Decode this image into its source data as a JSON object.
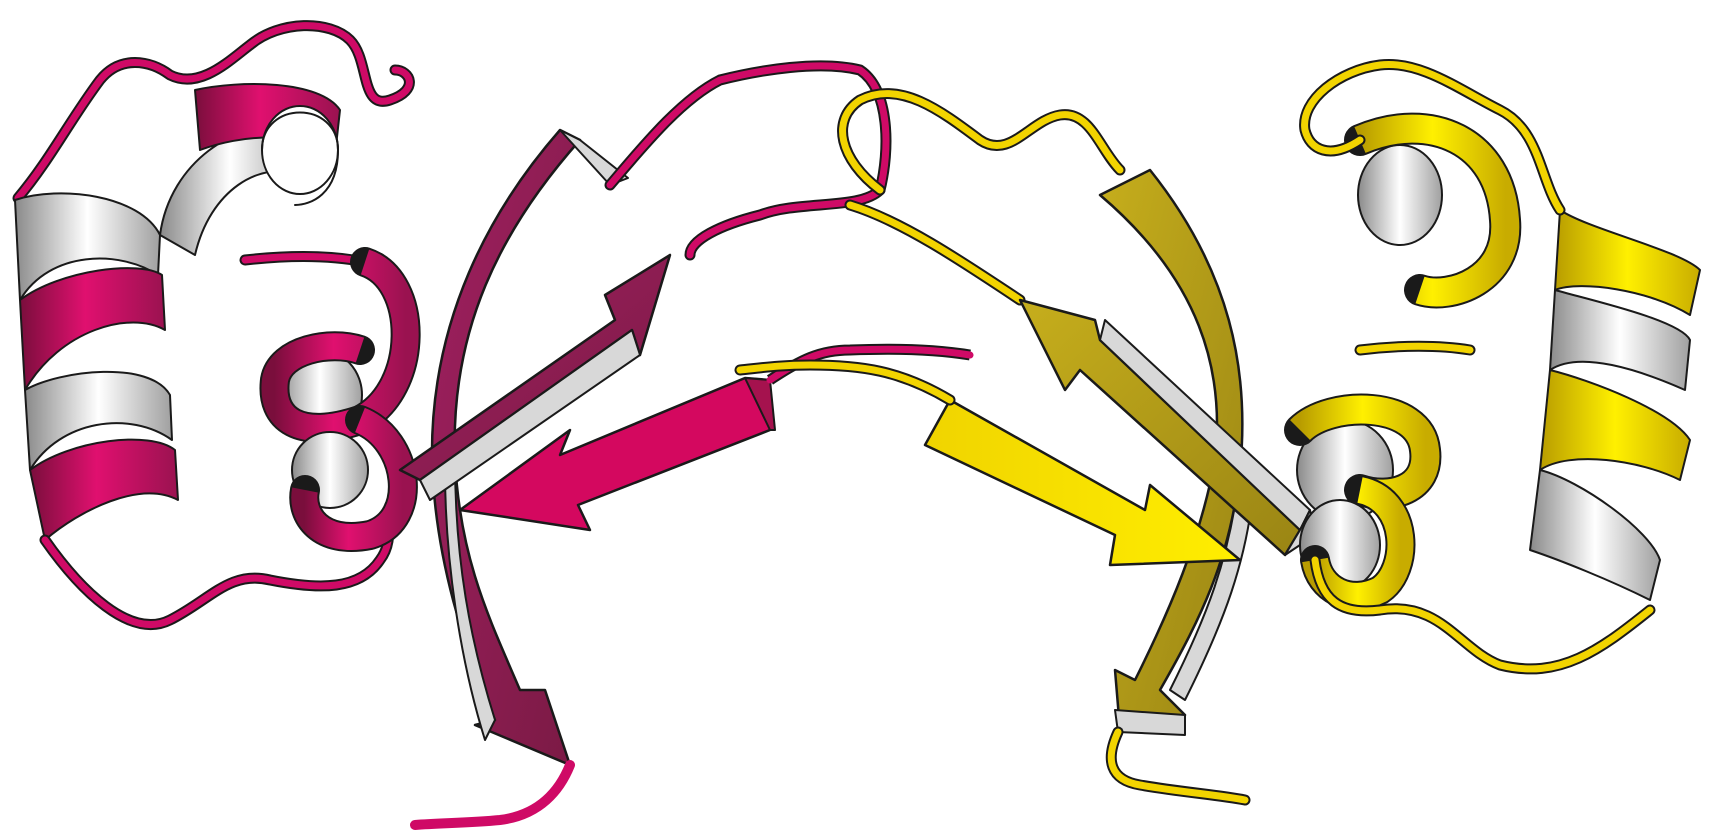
{
  "figure": {
    "subject": "protein-ribbon-dimer",
    "chains": [
      {
        "id": "chain-a",
        "palette": {
          "helix": "#d80a6a",
          "helix_dark": "#a5124e",
          "strand": "#8c1e50",
          "strand_bright": "#d4085f",
          "coil": "#cf0a66",
          "back": "#d8d8d8"
        }
      },
      {
        "id": "chain-b",
        "palette": {
          "helix": "#f7dc00",
          "helix_dark": "#c9ac00",
          "strand": "#b09a18",
          "strand_bright": "#fbe400",
          "coil": "#f2d400",
          "back": "#d8d8d8"
        }
      }
    ],
    "background": "#ffffff"
  }
}
